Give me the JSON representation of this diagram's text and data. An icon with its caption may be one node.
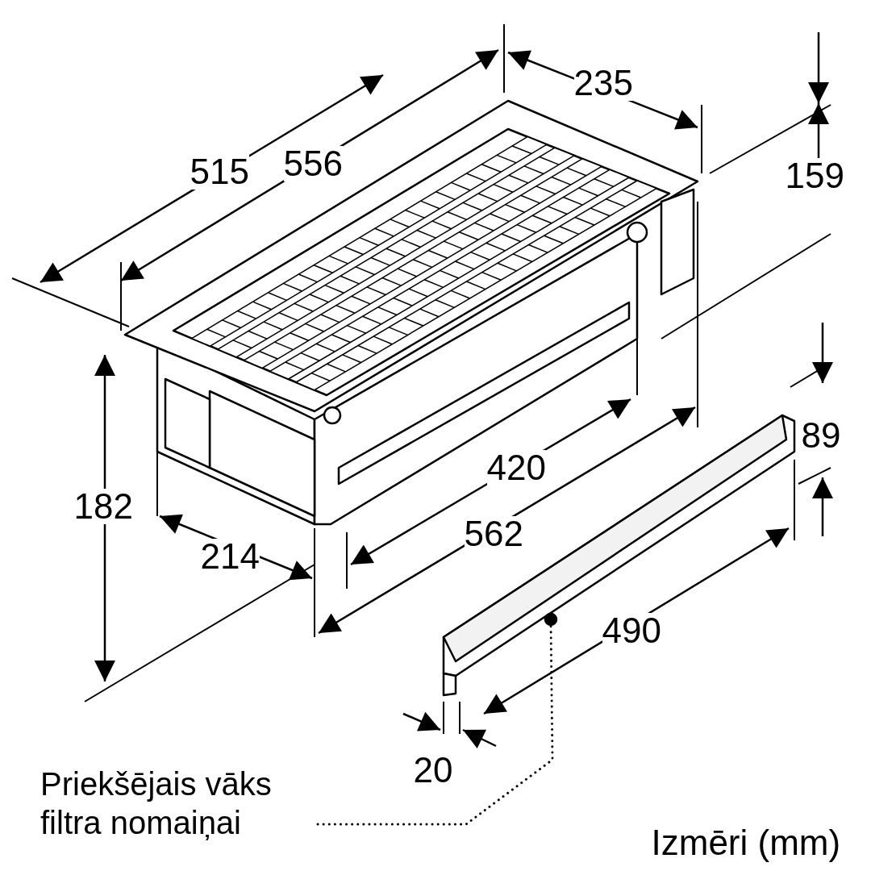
{
  "diagram": {
    "nodes": [
      {
        "text": [
          "Priekšējais vāks filtra nomaiņai"
        ]
      },
      {
        "text": [],
        "shape": "picture"
      }
    ],
    "edges": [
      {
        "from": 0,
        "to": 1,
        "arrow": "none",
        "style": "dashed"
      }
    ],
    "labels": [
      "235",
      "159",
      "515",
      "556",
      "182",
      "89",
      "420",
      "214",
      "562",
      "490",
      "20",
      "Izmēri (mm)"
    ]
  }
}
